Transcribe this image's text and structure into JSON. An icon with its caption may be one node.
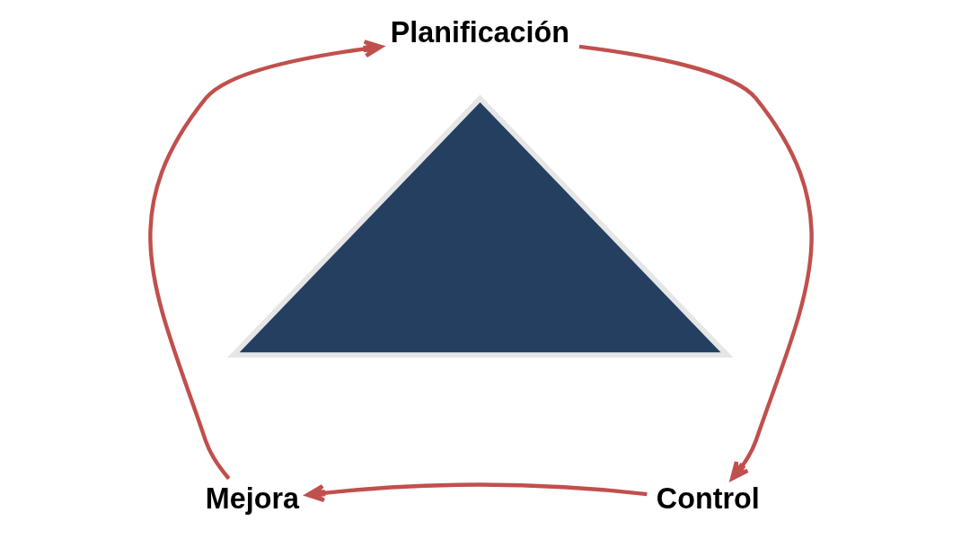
{
  "diagram": {
    "nodes": [
      {
        "text": [
          "Planificación"
        ]
      },
      {
        "text": [],
        "shape": "triangle"
      },
      {
        "text": [
          "Mejora"
        ]
      },
      {
        "text": [
          "Control"
        ]
      }
    ],
    "edges": [
      {
        "from": 0,
        "to": 3,
        "arrow": "to"
      },
      {
        "from": 3,
        "to": 2,
        "arrow": "to"
      },
      {
        "from": 2,
        "to": 0,
        "arrow": "to"
      }
    ]
  }
}
